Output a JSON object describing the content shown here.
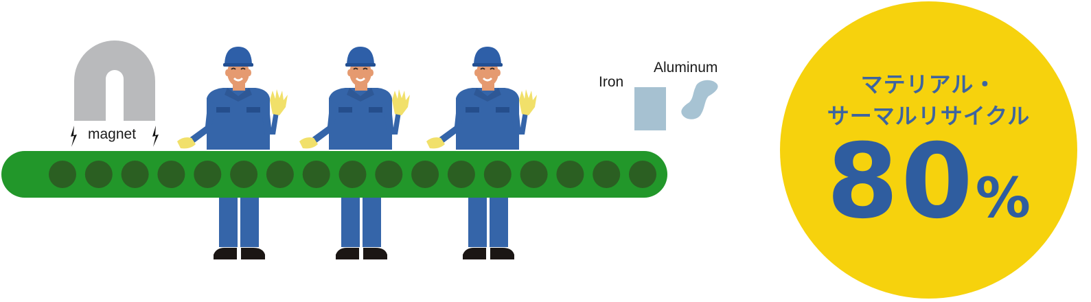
{
  "labels": {
    "magnet": "magnet",
    "iron": "Iron",
    "aluminum": "Aluminum"
  },
  "badge": {
    "line1": "マテリアル・",
    "line2": "サーマルリサイクル",
    "value": "80",
    "unit": "%"
  },
  "conveyor": {
    "roller_count": 17
  },
  "workers": {
    "count": 3
  },
  "colors": {
    "belt": "#22972a",
    "roller": "#2b5f22",
    "uniform": "#3565a9",
    "helmet": "#2e5fa8",
    "skin": "#e59a70",
    "glove": "#f1e06a",
    "magnet": "#b9babc",
    "iron": "#a6c1d1",
    "aluminum": "#a7c3d3",
    "badge": "#f6d20d",
    "badge_text": "#3d64a0"
  },
  "icons": [
    "magnet-icon",
    "lightning-icon",
    "worker-icon",
    "iron-block-icon",
    "aluminum-can-icon"
  ]
}
